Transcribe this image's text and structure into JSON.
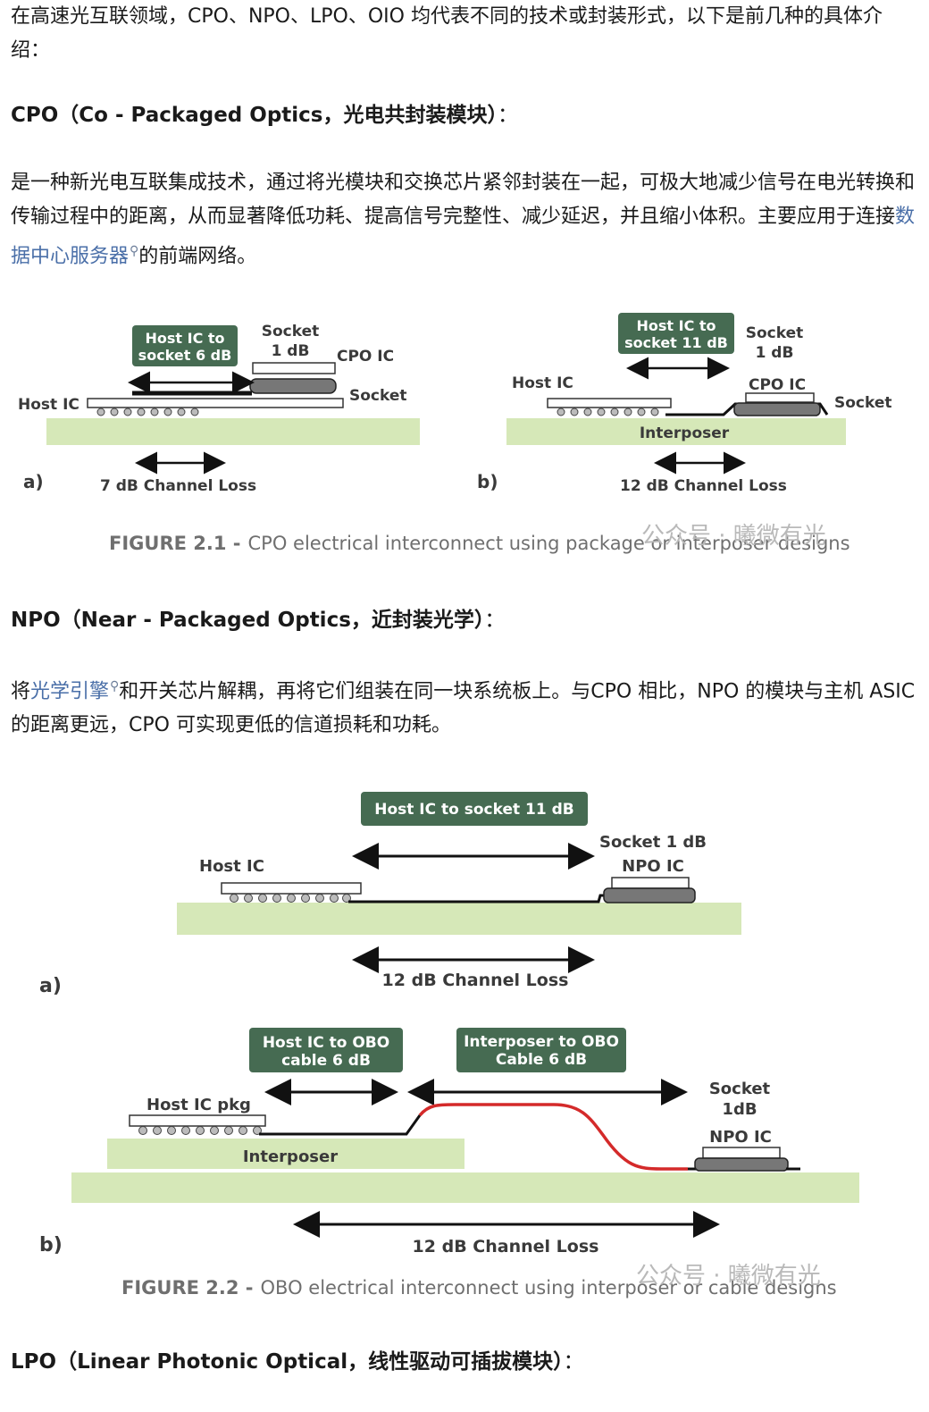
{
  "intro": {
    "text": "在高速光互联领域，CPO、NPO、LPO、OIO 均代表不同的技术或封装形式，以下是前几种的具体介绍："
  },
  "cpo": {
    "heading_bold": "CPO（Co - Packaged Optics，光电共封装模块）",
    "heading_tail": "：",
    "body_before_link": "是一种新光电互联集成技术，通过将光模块和交换芯片紧邻封装在一起，可极大地减少信号在电光转换和传输过程中的距离，从而显著降低功耗、提高信号完整性、减少延迟，并且缩小体积。主要应用于连接",
    "link": "数据中心服务器",
    "body_after_link": "的前端网络。"
  },
  "figure1": {
    "a": {
      "panel_label": "a)",
      "box": [
        "Host IC to",
        "socket 6 dB"
      ],
      "socket_db": [
        "Socket",
        "1 dB"
      ],
      "cpo_ic": "CPO IC",
      "socket": "Socket",
      "host_ic": "Host IC",
      "loss": "7 dB Channel Loss"
    },
    "b": {
      "panel_label": "b)",
      "box": [
        "Host IC to",
        "socket 11 dB"
      ],
      "socket_db": [
        "Socket",
        "1 dB"
      ],
      "host_ic": "Host IC",
      "cpo_ic": "CPO IC",
      "socket": "Socket",
      "interposer": "Interposer",
      "loss": "12 dB Channel Loss"
    },
    "caption_bold": "FIGURE 2.1 -",
    "caption": "CPO electrical interconnect using package or interposer designs",
    "watermark": "公众号 · 曦微有光"
  },
  "npo": {
    "heading_bold": "NPO（Near - Packaged Optics，近封装光学）",
    "heading_tail": "：",
    "body_before_link": "将",
    "link": "光学引擎",
    "body_after_link": "和开关芯片解耦，再将它们组装在同一块系统板上。与CPO 相比，NPO 的模块与主机 ASIC 的距离更远，CPO 可实现更低的信道损耗和功耗。"
  },
  "figure2": {
    "a": {
      "panel_label": "a)",
      "box": "Host IC to socket 11 dB",
      "socket_db": "Socket 1 dB",
      "npo_ic": "NPO IC",
      "host_ic": "Host IC",
      "loss": "12 dB Channel Loss"
    },
    "b": {
      "panel_label": "b)",
      "box1": [
        "Host IC to OBO",
        "cable 6 dB"
      ],
      "box2": [
        "Interposer to OBO",
        "Cable 6 dB"
      ],
      "host_ic_pkg": "Host IC pkg",
      "interposer": "Interposer",
      "socket_db": [
        "Socket",
        "1dB"
      ],
      "npo_ic": "NPO IC",
      "loss": "12 dB Channel Loss"
    },
    "caption_bold": "FIGURE 2.2 -",
    "caption": "OBO electrical interconnect using interposer or cable designs",
    "watermark": "公众号 · 曦微有光"
  },
  "lpo": {
    "heading_bold": "LPO（Linear Photonic Optical，线性驱动可插拔模块）",
    "heading_tail": "："
  },
  "colors": {
    "board": "#d6e8b8",
    "label_box": "#466b52",
    "link": "#4a6fa8",
    "cable": "#d42a2a"
  }
}
